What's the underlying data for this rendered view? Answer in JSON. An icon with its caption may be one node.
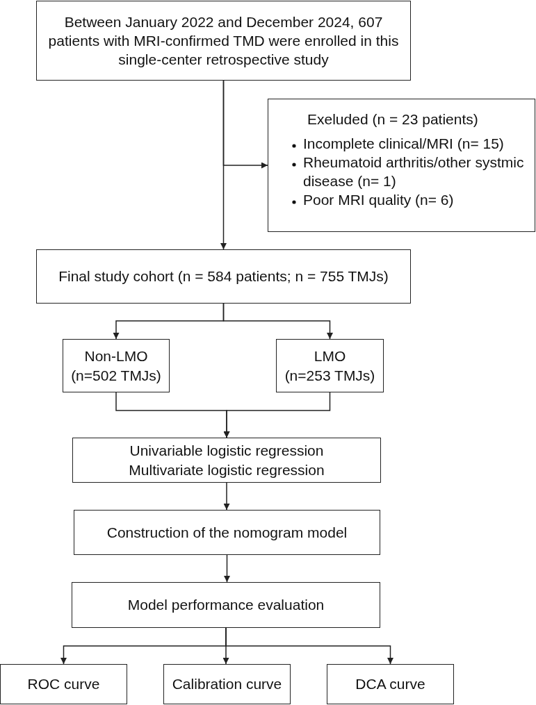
{
  "diagram": {
    "nodes": [
      {
        "text": [
          "Between January 2022 and December 2024, 607 patients with MRI-confirmed TMD were enrolled in this single-center retrospective study"
        ]
      },
      {
        "text": [
          "Exeluded (n = 23 patients)",
          "Incomplete clinical/MRI (n= 15)",
          "Rheumatoid arthritis/other systmic disease (n= 1)",
          "Poor MRI quality (n= 6)"
        ]
      },
      {
        "text": [
          "Final study cohort (n = 584 patients; n = 755 TMJs)"
        ]
      },
      {
        "text": [
          "Non-LMO",
          "(n=502 TMJs)"
        ]
      },
      {
        "text": [
          "LMO",
          "(n=253 TMJs)"
        ]
      },
      {
        "text": [
          "Univariable logistic regression",
          "Multivariate logistic regression"
        ]
      },
      {
        "text": [
          "Construction of the nomogram model"
        ]
      },
      {
        "text": [
          "Model performance evaluation"
        ]
      },
      {
        "text": [
          "ROC curve"
        ]
      },
      {
        "text": [
          "Calibration curve"
        ]
      },
      {
        "text": [
          "DCA curve"
        ]
      }
    ],
    "edges": [
      {
        "from": 0,
        "to": 2,
        "arrow": "to"
      },
      {
        "from": 0,
        "to": 1,
        "arrow": "to"
      },
      {
        "from": 2,
        "to": 3,
        "arrow": "to"
      },
      {
        "from": 2,
        "to": 4,
        "arrow": "to"
      },
      {
        "from": 3,
        "to": 5,
        "arrow": "to"
      },
      {
        "from": 4,
        "to": 5,
        "arrow": "to"
      },
      {
        "from": 5,
        "to": 6,
        "arrow": "to"
      },
      {
        "from": 6,
        "to": 7,
        "arrow": "to"
      },
      {
        "from": 7,
        "to": 8,
        "arrow": "to"
      },
      {
        "from": 7,
        "to": 9,
        "arrow": "to"
      },
      {
        "from": 7,
        "to": 10,
        "arrow": "to"
      }
    ]
  }
}
